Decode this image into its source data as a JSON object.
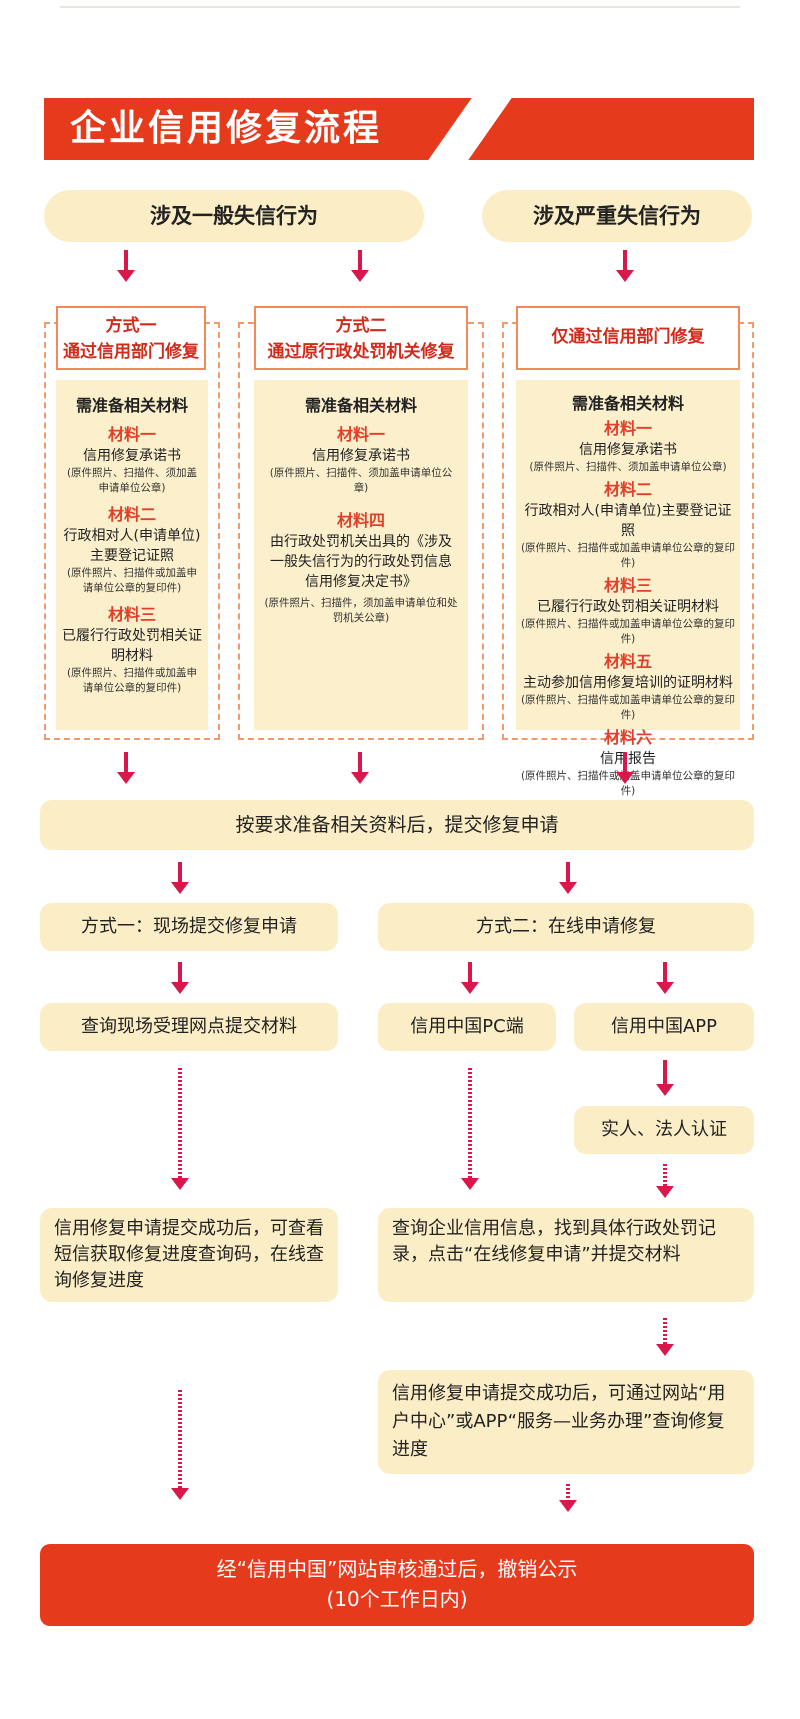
{
  "title": "企业信用修复流程",
  "categories": {
    "general": "涉及一般失信行为",
    "serious": "涉及严重失信行为"
  },
  "method1": {
    "header_line1": "方式一",
    "header_line2": "通过信用部门修复",
    "need": "需准备相关材料",
    "m1_title": "材料一",
    "m1_text": "信用修复承诺书",
    "m1_note": "(原件照片、扫描件、须加盖申请单位公章)",
    "m2_title": "材料二",
    "m2_text": "行政相对人(申请单位)主要登记证照",
    "m2_note": "(原件照片、扫描件或加盖申请单位公章的复印件)",
    "m3_title": "材料三",
    "m3_text": "已履行行政处罚相关证明材料",
    "m3_note": "(原件照片、扫描件或加盖申请单位公章的复印件)"
  },
  "method2": {
    "header_line1": "方式二",
    "header_line2": "通过原行政处罚机关修复",
    "need": "需准备相关材料",
    "m1_title": "材料一",
    "m1_text": "信用修复承诺书",
    "m1_note": "(原件照片、扫描件、须加盖申请单位公章)",
    "m4_title": "材料四",
    "m4_text": "由行政处罚机关出具的《涉及一般失信行为的行政处罚信息信用修复决定书》",
    "m4_note": "(原件照片、扫描件，须加盖申请单位和处罚机关公章)"
  },
  "method3": {
    "header": "仅通过信用部门修复",
    "need": "需准备相关材料",
    "m1_title": "材料一",
    "m1_text": "信用修复承诺书",
    "m1_note": "(原件照片、扫描件、须加盖申请单位公章)",
    "m2_title": "材料二",
    "m2_text": "行政相对人(申请单位)主要登记证照",
    "m2_note": "(原件照片、扫描件或加盖申请单位公章的复印件)",
    "m3_title": "材料三",
    "m3_text": "已履行行政处罚相关证明材料",
    "m3_note": "(原件照片、扫描件或加盖申请单位公章的复印件)",
    "m5_title": "材料五",
    "m5_text": "主动参加信用修复培训的证明材料",
    "m5_note": "(原件照片、扫描件或加盖申请单位公章的复印件)",
    "m6_title": "材料六",
    "m6_text": "信用报告",
    "m6_note": "(原件照片、扫描件或加盖申请单位公章的复印件)"
  },
  "submit": "按要求准备相关资料后，提交修复申请",
  "onsite": {
    "title": "方式一：现场提交修复申请",
    "step": "查询现场受理网点提交材料",
    "result": "信用修复申请提交成功后，可查看短信获取修复进度查询码，在线查询修复进度"
  },
  "online": {
    "title": "方式二：在线申请修复",
    "pc": "信用中国PC端",
    "app": "信用中国APP",
    "auth": "实人、法人认证",
    "query": "查询企业信用信息，找到具体行政处罚记录，点击“在线修复申请”并提交材料",
    "result": "信用修复申请提交成功后，可通过网站“用户中心”或APP“服务—业务办理”查询修复进度"
  },
  "final": {
    "line1": "经“信用中国”网站审核通过后，撤销公示",
    "line2": "(10个工作日内)"
  },
  "colors": {
    "banner": "#e63a1c",
    "pill": "#fbedc6",
    "arrow": "#d8184a",
    "dashed_border": "#f39a6a"
  }
}
